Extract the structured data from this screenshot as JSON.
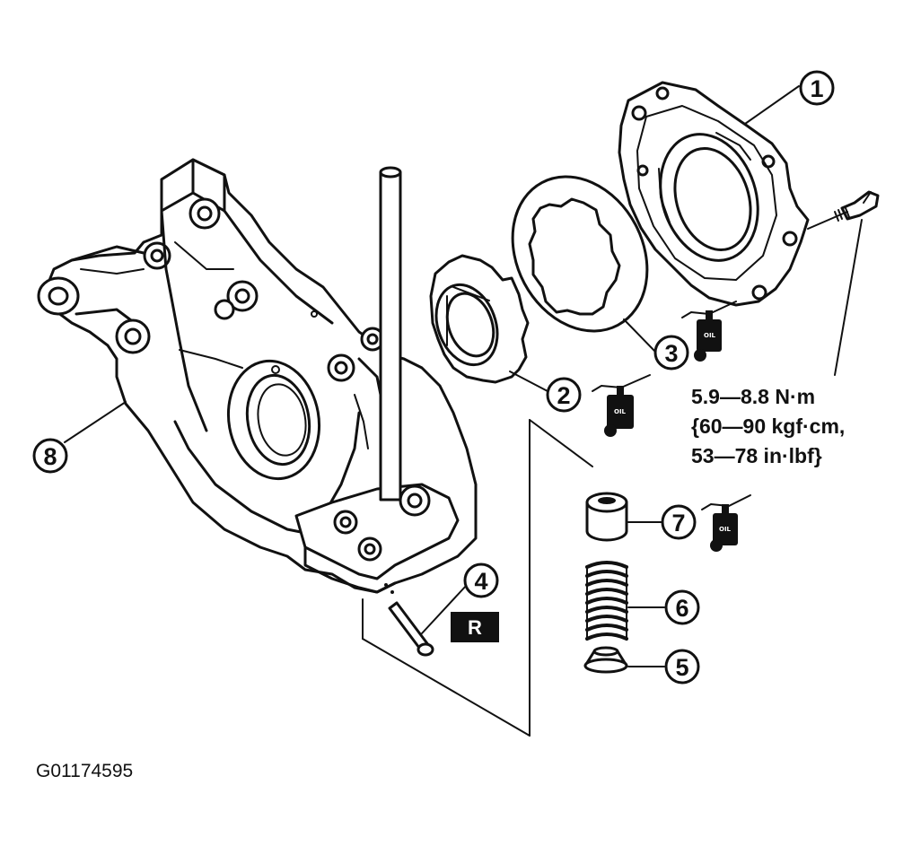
{
  "callouts": [
    {
      "id": "c1",
      "label": "1"
    },
    {
      "id": "c2",
      "label": "2"
    },
    {
      "id": "c3",
      "label": "3"
    },
    {
      "id": "c4",
      "label": "4"
    },
    {
      "id": "c5",
      "label": "5"
    },
    {
      "id": "c6",
      "label": "6"
    },
    {
      "id": "c7",
      "label": "7"
    },
    {
      "id": "c8",
      "label": "8"
    }
  ],
  "torque_spec": {
    "line1": "5.9—8.8 N·m",
    "line2": "{60—90 kgf·cm,",
    "line3": "53—78 in·lbf}"
  },
  "replace_badge": "R",
  "oil_symbol_text": "OIL",
  "figure_id": "G01174595",
  "colors": {
    "ink": "#111111",
    "background": "#ffffff"
  }
}
